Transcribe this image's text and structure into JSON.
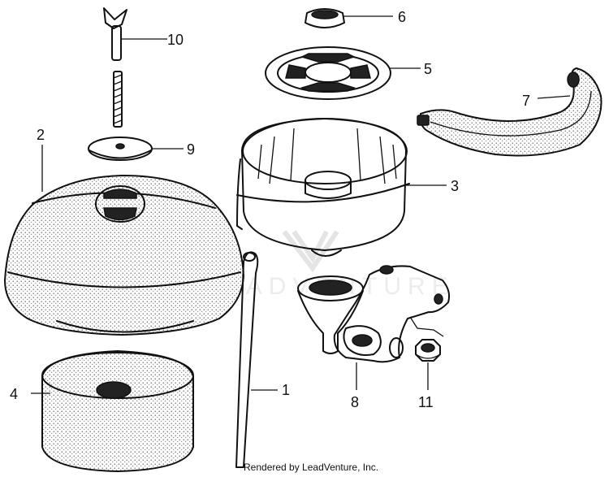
{
  "parts": [
    {
      "id": "1",
      "label": "1"
    },
    {
      "id": "2",
      "label": "2"
    },
    {
      "id": "3",
      "label": "3"
    },
    {
      "id": "4",
      "label": "4"
    },
    {
      "id": "5",
      "label": "5"
    },
    {
      "id": "6",
      "label": "6"
    },
    {
      "id": "7",
      "label": "7"
    },
    {
      "id": "8",
      "label": "8"
    },
    {
      "id": "9",
      "label": "9"
    },
    {
      "id": "10",
      "label": "10"
    },
    {
      "id": "11",
      "label": "11"
    }
  ],
  "watermark": {
    "text": "LEADVENTURE"
  },
  "credit": "Rendered by LeadVenture, Inc."
}
